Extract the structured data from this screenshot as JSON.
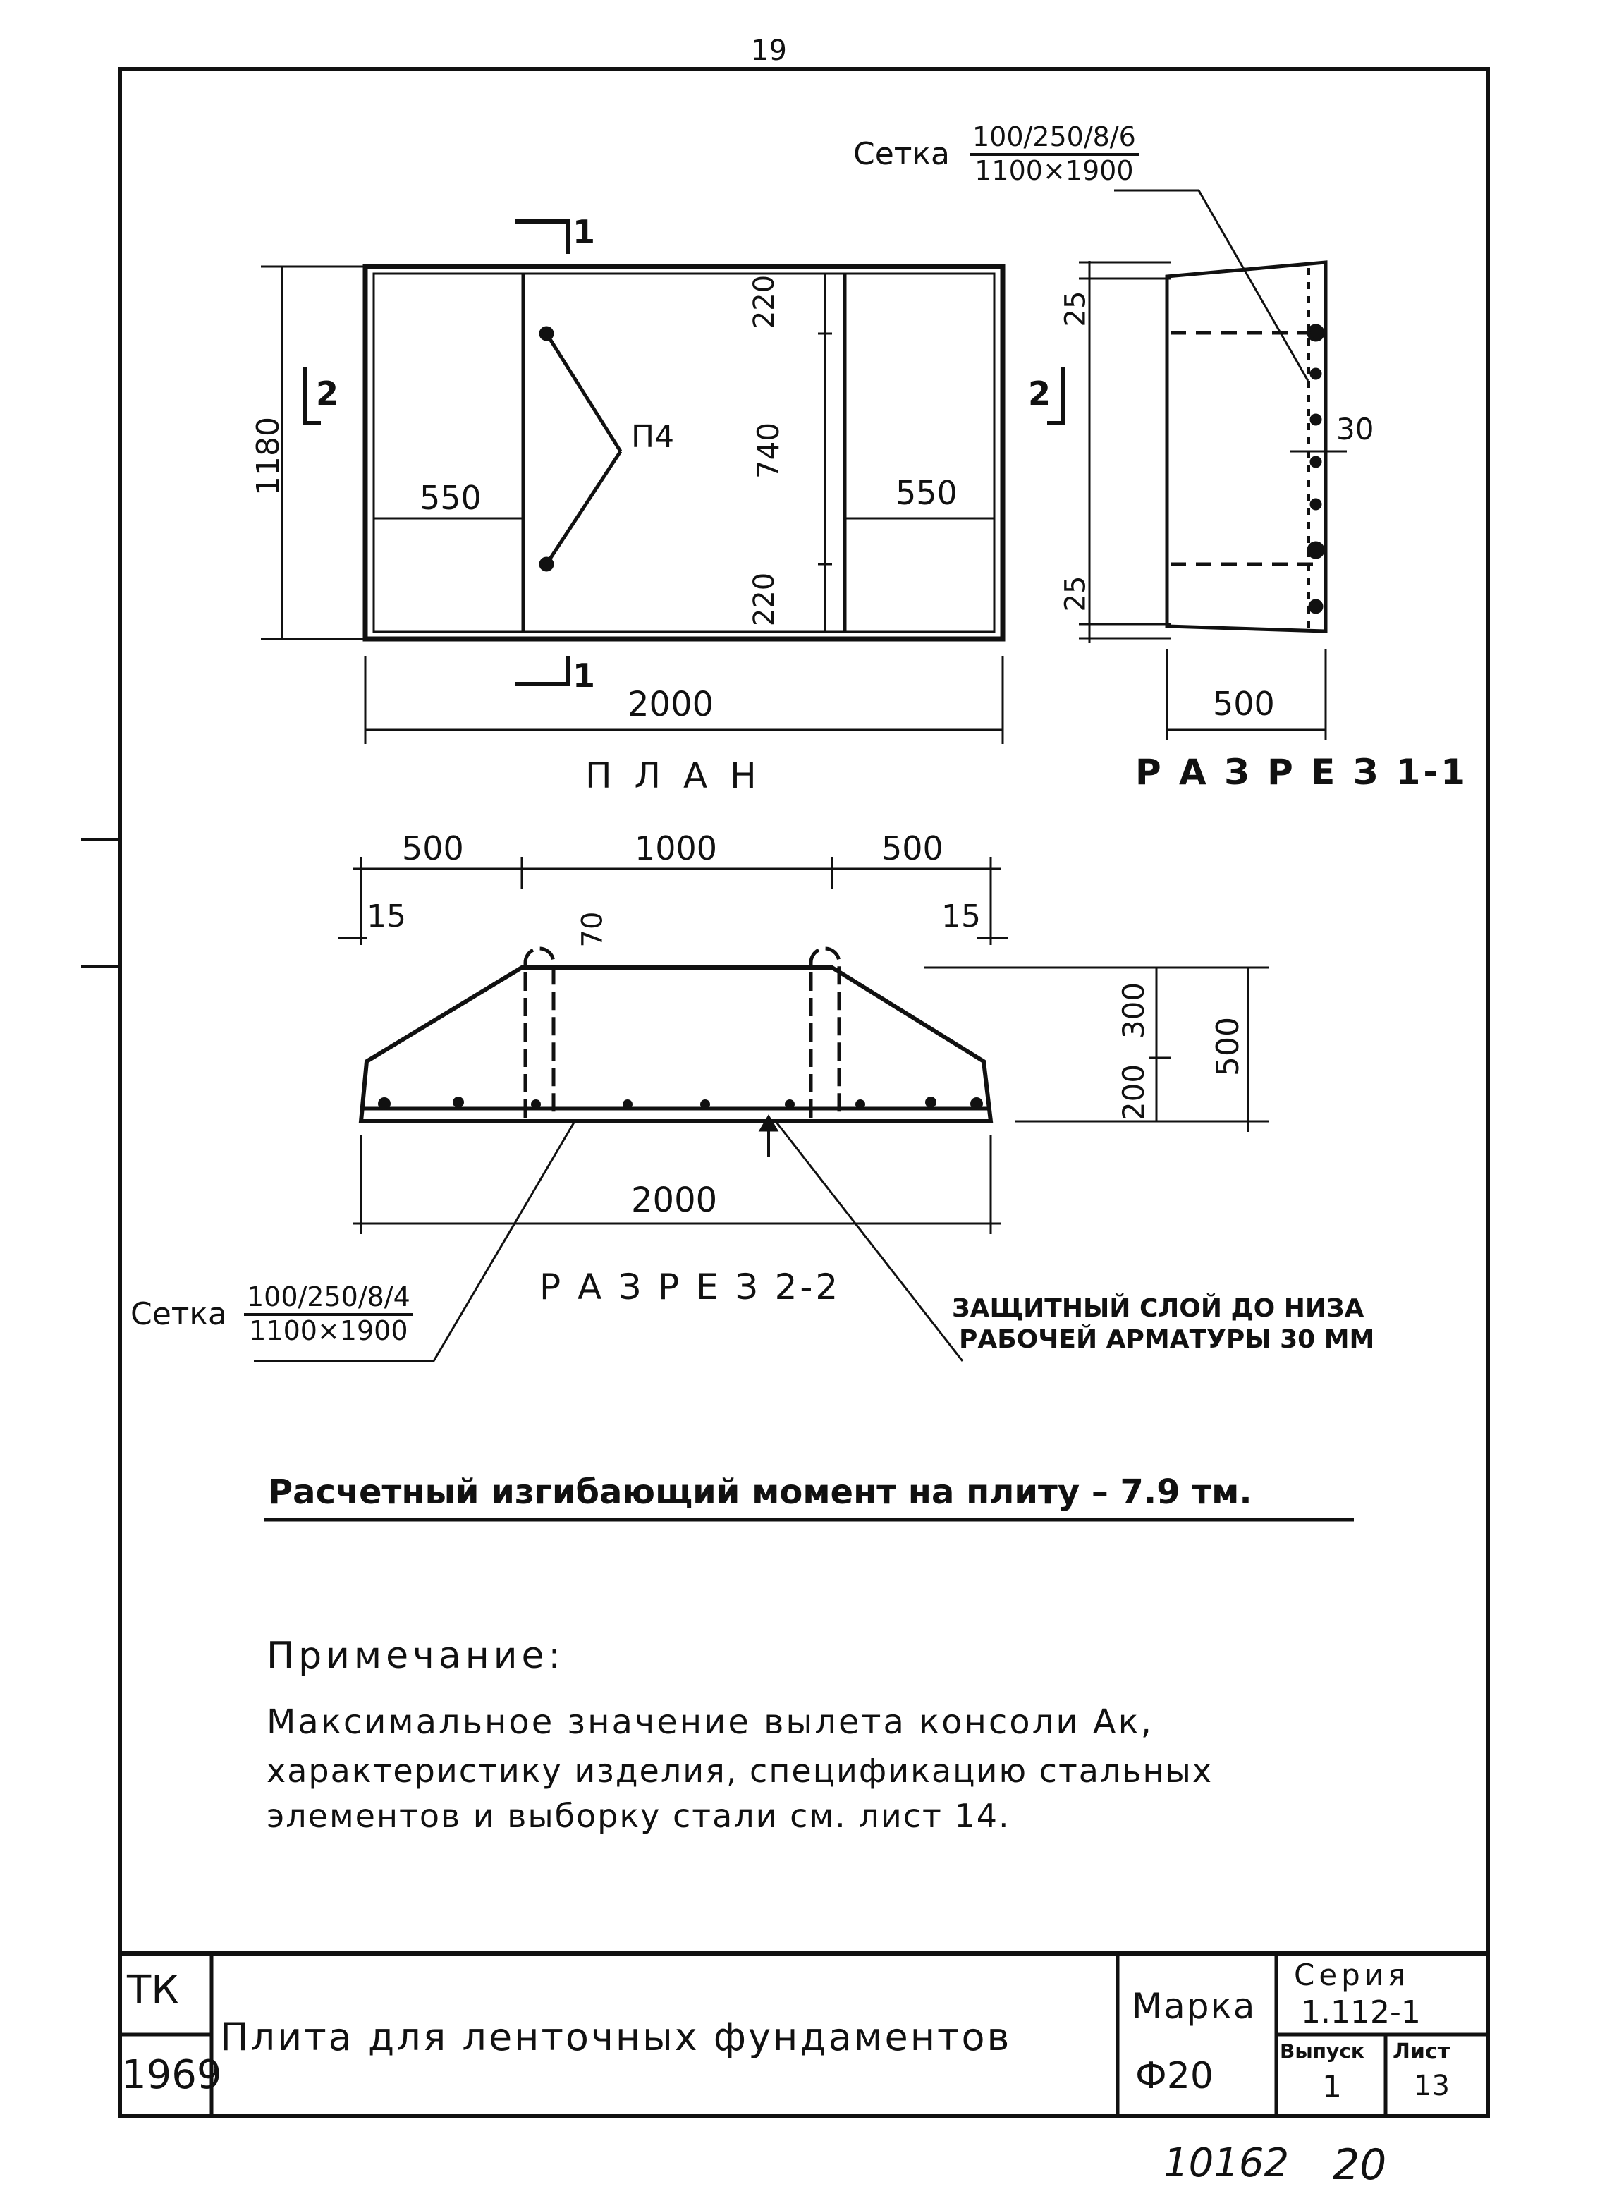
{
  "page_number_top": "19",
  "plan": {
    "title": "П Л А Н",
    "section_mark_top": "1",
    "section_mark_bottom": "1",
    "section_mark_left": "2",
    "section_mark_right": "2",
    "dim_width": "2000",
    "dim_height": "1180",
    "dim_left": "550",
    "dim_right": "550",
    "dim_220_top": "220",
    "dim_740": "740",
    "dim_220_bottom": "220",
    "loop_label": "П4"
  },
  "section_1_1": {
    "title": "Р А З Р Е З 1-1",
    "mesh_label": "Сетка",
    "mesh_num": "100/250/8/6",
    "mesh_den": "1100×1900",
    "dim_top": "25",
    "dim_bottom": "25",
    "dim_right": "30",
    "dim_width": "500"
  },
  "section_2_2": {
    "title": "Р А З Р Е З 2-2",
    "dim_left": "500",
    "dim_mid": "1000",
    "dim_right": "500",
    "dim_edge_left": "15",
    "dim_edge_right": "15",
    "dim_loop": "70",
    "dim_300": "300",
    "dim_200": "200",
    "dim_500": "500",
    "dim_total": "2000",
    "mesh_label": "Сетка",
    "mesh_num": "100/250/8/4",
    "mesh_den": "1100×1900",
    "cover_note_1": "ЗАЩИТНЫЙ СЛОЙ ДО НИЗА",
    "cover_note_2": "РАБОЧЕЙ АРМАТУРЫ 30 ММ"
  },
  "moment_text": "Расчетный изгибающий момент на плиту – 7.9 тм.",
  "note": {
    "heading": "Примечание:",
    "line1": "Максимальное значение вылета консоли Ак,",
    "line2": "характеристику изделия, спецификацию стальных",
    "line3": "элементов и выборку стали см. лист 14."
  },
  "title_block": {
    "org": "ТК",
    "year": "1969",
    "name": "Плита для ленточных фундаментов",
    "marka_label": "Марка",
    "marka_value": "Ф20",
    "seria_label": "Серия",
    "seria_value": "1.112-1",
    "vypusk_label": "Выпуск",
    "vypusk_value": "1",
    "list_label": "Лист",
    "list_value": "13"
  },
  "footer_left": "10162",
  "footer_right": "20"
}
